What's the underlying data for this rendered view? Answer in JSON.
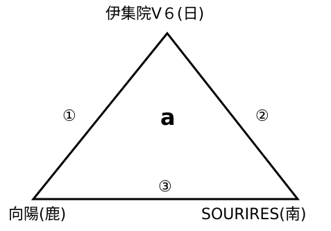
{
  "vertices": {
    "top": "伊集院V６(日)",
    "bottom_left": "向陽(鹿)",
    "bottom_right": "SOURIRES(南)"
  },
  "center_label": "a",
  "edges": {
    "left": "①",
    "right": "②",
    "bottom": "③"
  },
  "colors": {
    "line": "#000000",
    "background": "#ffffff"
  }
}
